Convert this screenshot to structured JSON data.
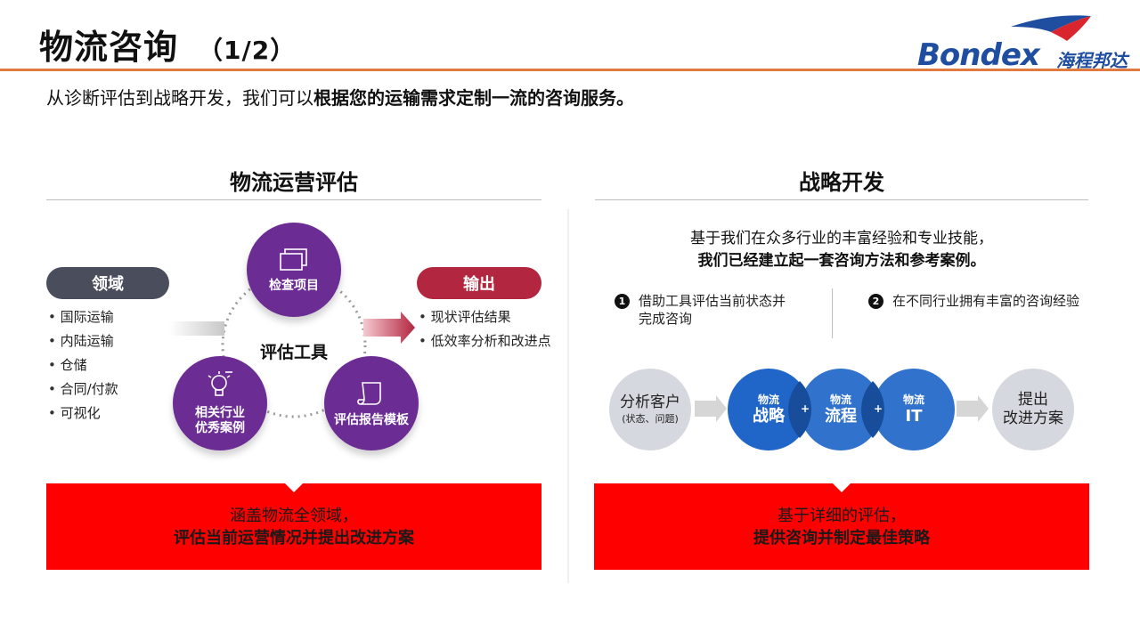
{
  "header": {
    "title": "物流咨询",
    "page": "（1/2）",
    "logo_word": "Bondex",
    "logo_cn": "海程邦达"
  },
  "subtitle": {
    "plain": "从诊断评估到战略开发，我们可以",
    "bold": "根据您的运输需求定制一流的咨询服务。"
  },
  "left": {
    "title": "物流运营评估",
    "domain_label": "领域",
    "domain_items": [
      "国际运输",
      "内陆运输",
      "仓储",
      "合同/付款",
      "可视化"
    ],
    "output_label": "输出",
    "output_items": [
      "现状评估结果",
      "低效率分析和改进点"
    ],
    "center_label": "评估工具",
    "circles": {
      "top": "检查项目",
      "bottom_left_line1": "相关行业",
      "bottom_left_line2": "优秀案例",
      "bottom_right": "评估报告模板"
    },
    "conclusion_line1": "涵盖物流全领域，",
    "conclusion_line2": "评估当前运营情况并提出改进方案"
  },
  "right": {
    "title": "战略开发",
    "intro_line1": "基于我们在众多行业的丰富经验和专业技能，",
    "intro_line2": "我们已经建立起一套咨询方法和参考案例。",
    "point1_num": "1",
    "point1_line1": "借助工具评估当前状态并",
    "point1_line2": "完成咨询",
    "point2_num": "2",
    "point2": "在不同行业拥有丰富的咨询经验",
    "flow": {
      "start_line1": "分析客户",
      "start_line2": "(状态、问题)",
      "c1_small": "物流",
      "c1_big": "战略",
      "c2_small": "物流",
      "c2_big": "流程",
      "c3_small": "物流",
      "c3_big": "IT",
      "end_line1": "提出",
      "end_line2": "改进方案",
      "plus": "+"
    },
    "conclusion_line1": "基于详细的评估，",
    "conclusion_line2": "提供咨询并制定最佳策略"
  },
  "colors": {
    "accent_orange": "#e07a3f",
    "purple": "#6b2c94",
    "red": "#ff0000",
    "blue": "#1f66c8",
    "dark_pill": "#4a4e5c",
    "crimson_pill": "#b3263f"
  }
}
